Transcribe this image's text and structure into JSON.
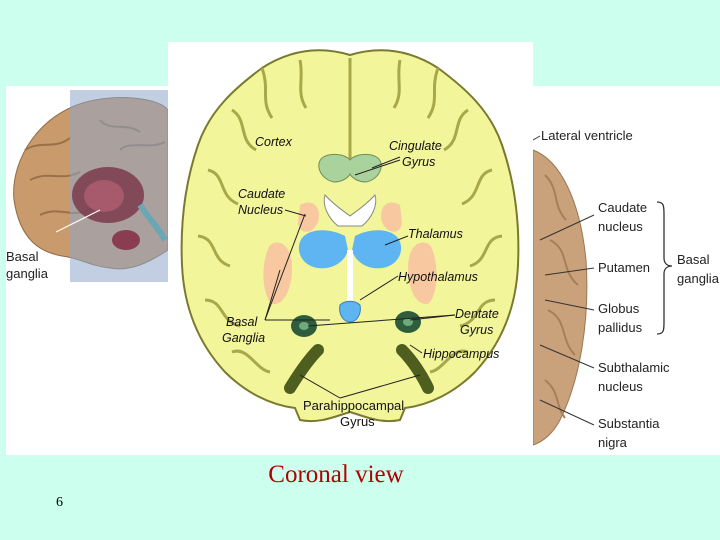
{
  "slide": {
    "caption": "Coronal view",
    "number": "6"
  },
  "left_panel": {
    "label": [
      "Basal",
      "ganglia"
    ]
  },
  "center_panel": {
    "labels": {
      "cortex": "Cortex",
      "cingulate": [
        "Cingulate",
        "Gyrus"
      ],
      "caudate": [
        "Caudate",
        "Nucleus"
      ],
      "thalamus": "Thalamus",
      "hypothalamus": "Hypothalamus",
      "basal": [
        "Basal",
        "Ganglia"
      ],
      "dentate": [
        "Dentate",
        "Gyrus"
      ],
      "hippocampus": "Hippocampus",
      "parahippocampal": [
        "Parahippocampal",
        "Gyrus"
      ]
    }
  },
  "right_panel": {
    "labels": {
      "lateral_ventricle": "Lateral ventricle",
      "caudate": [
        "Caudate",
        "nucleus"
      ],
      "putamen": "Putamen",
      "globus": [
        "Globus",
        "pallidus"
      ],
      "subthalamic": [
        "Subthalamic",
        "nucleus"
      ],
      "substantia": [
        "Substantia",
        "nigra"
      ],
      "basal_group": [
        "Basal",
        "ganglia"
      ]
    }
  },
  "colors": {
    "background_band": "#ccffee",
    "caption": "#b30000",
    "brain_yellow": "#f2f59a",
    "thalamus_blue": "#5fb4f2",
    "cingulate_green": "#a9d29c",
    "hippocampus_dark": "#4d5e1e"
  }
}
